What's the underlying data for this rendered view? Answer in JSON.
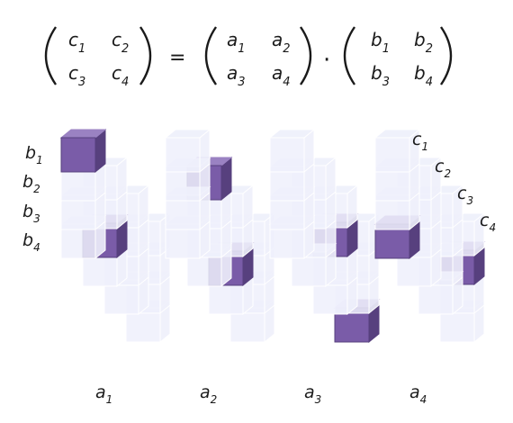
{
  "equation": {
    "c": [
      "c1",
      "c2",
      "c3",
      "c4"
    ],
    "a": [
      "a1",
      "a2",
      "a3",
      "a4"
    ],
    "b": [
      "b1",
      "b2",
      "b3",
      "b4"
    ],
    "equals": "=",
    "dot": "·"
  },
  "diagram": {
    "row_labels": [
      "b1",
      "b2",
      "b3",
      "b4"
    ],
    "column_labels": [
      "a1",
      "a2",
      "a3",
      "a4"
    ],
    "depth_labels": [
      "c1",
      "c2",
      "c3",
      "c4"
    ],
    "highlighted_cells": [
      {
        "a": 1,
        "b": 1,
        "c": 1
      },
      {
        "a": 1,
        "b": 3,
        "c": 2
      },
      {
        "a": 2,
        "b": 1,
        "c": 2
      },
      {
        "a": 2,
        "b": 3,
        "c": 3
      },
      {
        "a": 3,
        "b": 2,
        "c": 3
      },
      {
        "a": 3,
        "b": 4,
        "c": 4
      },
      {
        "a": 4,
        "b": 2,
        "c": 4
      },
      {
        "a": 4,
        "b": 4,
        "c": 1
      }
    ],
    "colors": {
      "cube_fill": "#eef0fb",
      "cube_edge": "#ffffff",
      "highlight": "#7a5ca8",
      "highlight_dark": "#57407e",
      "highlight_light": "#9a82c2"
    }
  }
}
